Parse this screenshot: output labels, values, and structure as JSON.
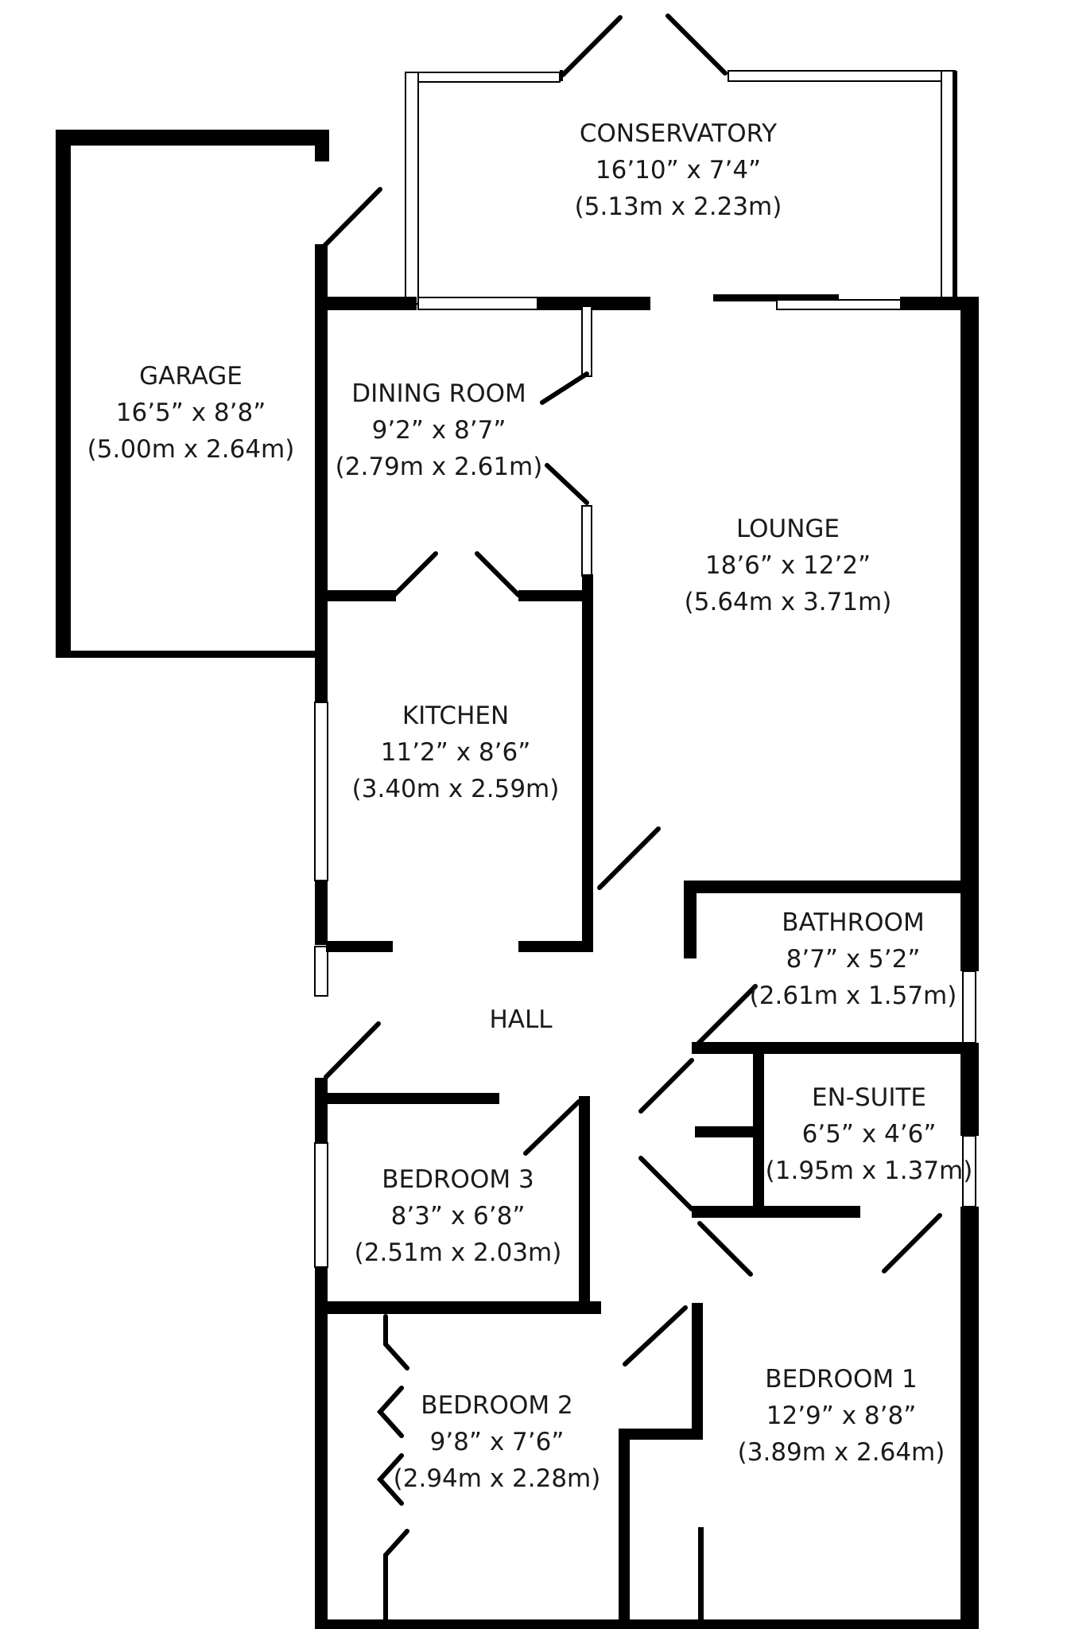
{
  "rooms": {
    "conservatory": {
      "name": "CONSERVATORY",
      "imperial": "16’10” x 7’4”",
      "metric": "(5.13m x 2.23m)"
    },
    "garage": {
      "name": "GARAGE",
      "imperial": "16’5” x 8’8”",
      "metric": "(5.00m x 2.64m)"
    },
    "dining_room": {
      "name": "DINING ROOM",
      "imperial": "9’2” x 8’7”",
      "metric": "(2.79m x 2.61m)"
    },
    "lounge": {
      "name": "LOUNGE",
      "imperial": "18’6” x 12’2”",
      "metric": "(5.64m x 3.71m)"
    },
    "kitchen": {
      "name": "KITCHEN",
      "imperial": "11’2” x 8’6”",
      "metric": "(3.40m x 2.59m)"
    },
    "bathroom": {
      "name": "BATHROOM",
      "imperial": "8’7” x 5’2”",
      "metric": "(2.61m x 1.57m)"
    },
    "hall": {
      "name": "HALL"
    },
    "en_suite": {
      "name": "EN-SUITE",
      "imperial": "6’5” x 4’6”",
      "metric": "(1.95m x 1.37m)"
    },
    "bedroom_3": {
      "name": "BEDROOM 3",
      "imperial": "8’3” x 6’8”",
      "metric": "(2.51m x 2.03m)"
    },
    "bedroom_1": {
      "name": "BEDROOM 1",
      "imperial": "12’9” x 8’8”",
      "metric": "(3.89m x 2.64m)"
    },
    "bedroom_2": {
      "name": "BEDROOM 2",
      "imperial": "9’8” x 7’6”",
      "metric": "(2.94m x 2.28m)"
    }
  }
}
